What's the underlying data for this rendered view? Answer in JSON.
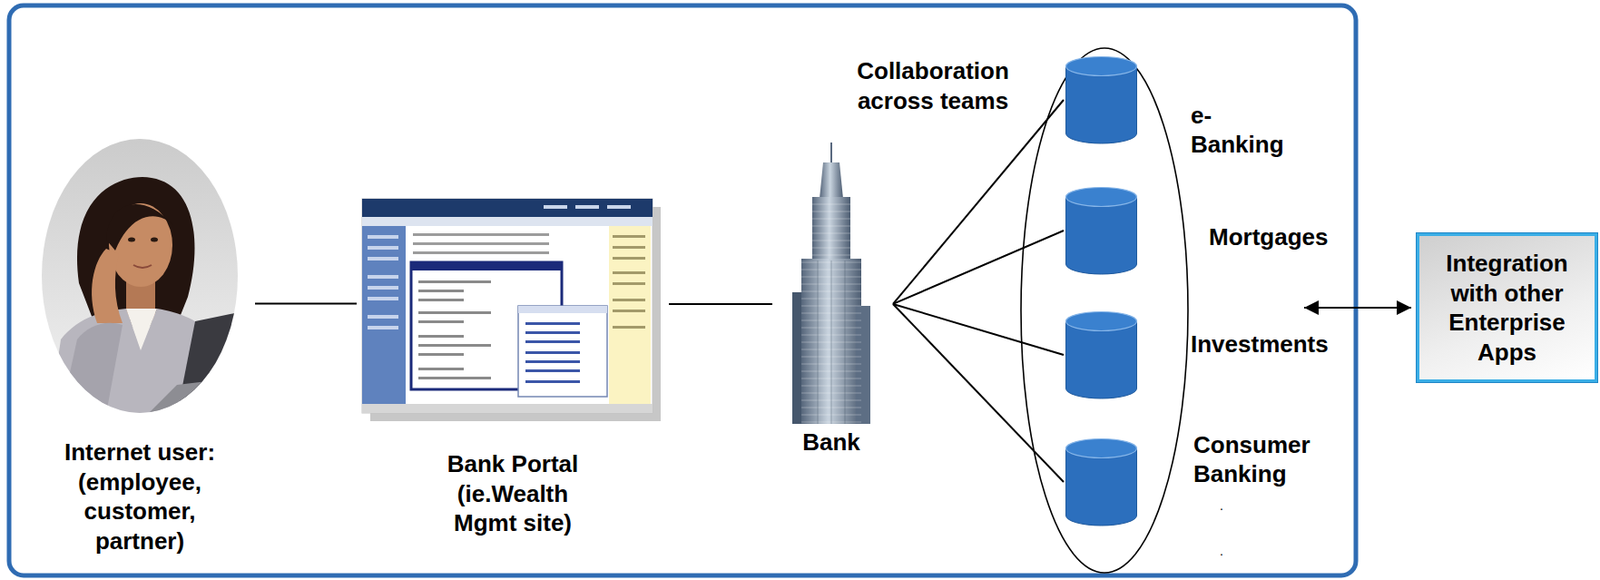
{
  "diagram": {
    "nodes": [
      {
        "text": [
          "Internet user: (employee, customer, partner)"
        ]
      },
      {
        "text": [
          "Bank Portal (ie.Wealth Mgmt site)"
        ]
      },
      {
        "text": [
          "Bank"
        ]
      },
      {
        "text": [
          "Collaboration across teams"
        ]
      },
      {
        "text": [
          "e-Banking"
        ],
        "in": 3
      },
      {
        "text": [
          "Mortgages"
        ],
        "in": 3
      },
      {
        "text": [
          "Investments"
        ],
        "in": 3
      },
      {
        "text": [
          "Consumer Banking"
        ],
        "in": 3
      },
      {
        "text": [
          "Integration with other Enterprise Apps"
        ]
      }
    ],
    "edges": [
      {
        "from": 0,
        "to": 1,
        "arrow": "none"
      },
      {
        "from": 1,
        "to": 2,
        "arrow": "none"
      },
      {
        "from": 2,
        "to": 4,
        "arrow": "none"
      },
      {
        "from": 2,
        "to": 5,
        "arrow": "none"
      },
      {
        "from": 2,
        "to": 6,
        "arrow": "none"
      },
      {
        "from": 2,
        "to": 7,
        "arrow": "none"
      },
      {
        "from": 3,
        "to": 8,
        "arrow": "both"
      }
    ],
    "labels": [
      ".",
      "."
    ]
  }
}
